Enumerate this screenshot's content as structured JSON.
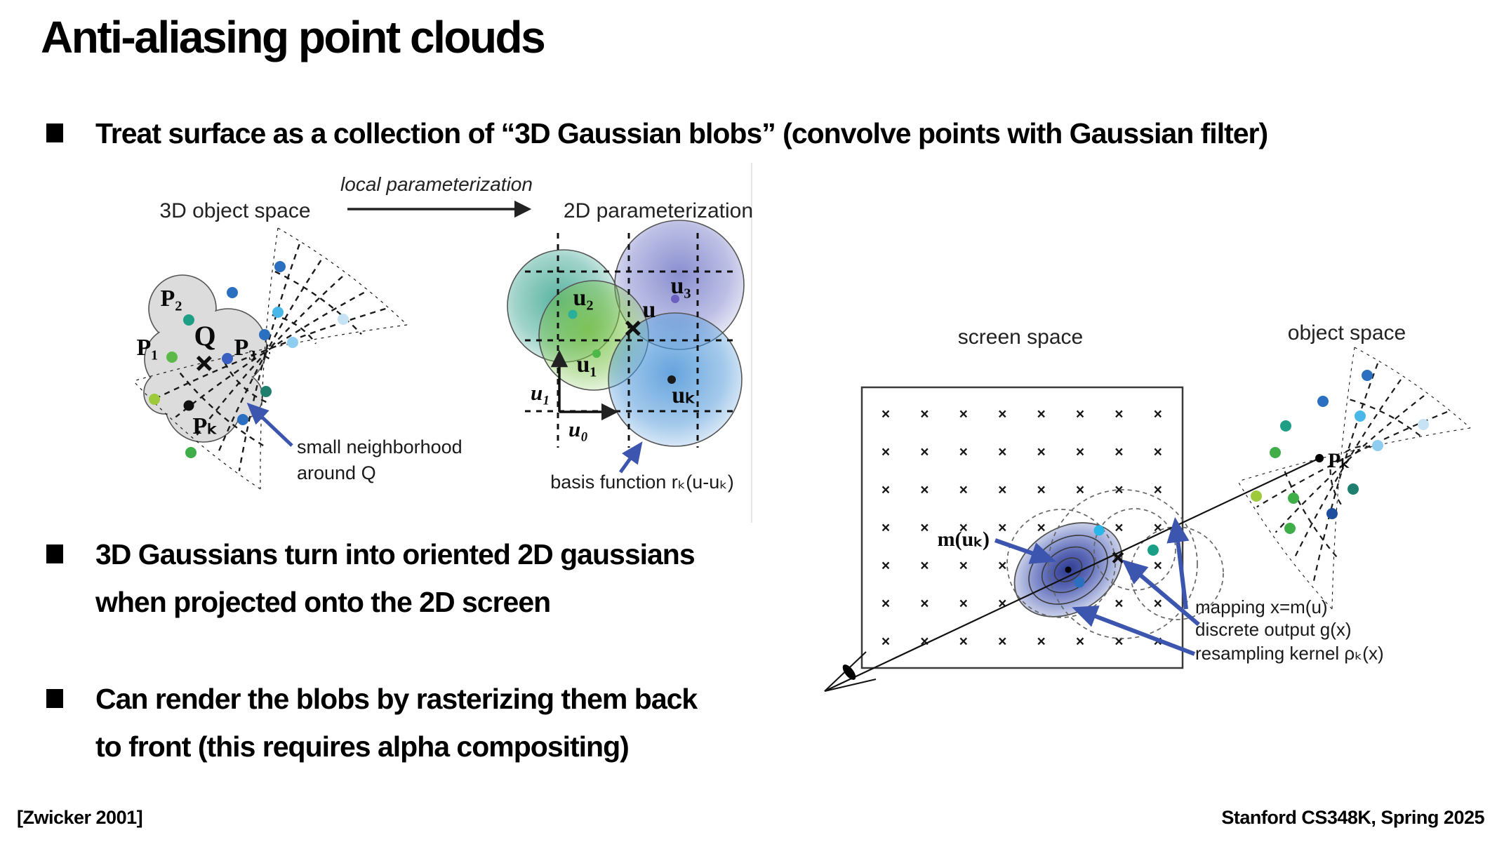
{
  "slide": {
    "title": "Anti-aliasing point clouds",
    "bullets": [
      {
        "lines": [
          "Treat surface as a collection of “3D Gaussian blobs” (convolve points with Gaussian filter)",
          ""
        ]
      },
      {
        "lines": [
          "3D Gaussians turn into oriented 2D gaussians",
          "when projected onto the 2D screen"
        ]
      },
      {
        "lines": [
          "Can render the blobs by rasterizing them back",
          "to front (this requires alpha compositing)"
        ]
      }
    ]
  },
  "fig_left": {
    "space_label": "3D object space",
    "arrow_label": "local parameterization",
    "param_label": "2D parameterization",
    "p1": "P₁",
    "p2": "P₂",
    "p3": "P₃",
    "q": "Q",
    "q_cross": "×",
    "pk": "Pₖ",
    "annotation_line1": "small neighborhood",
    "annotation_line2": "around Q",
    "u2": "u₂",
    "u3": "u₃",
    "u": "u",
    "u_cross": "×",
    "u1pt": "u₁",
    "uk": "uₖ",
    "axis_v": "u₁",
    "axis_h": "u₀",
    "basis_label": "basis function rₖ(u-uₖ)"
  },
  "fig_right": {
    "screen_label": "screen space",
    "object_label": "object space",
    "m_label": "m(uₖ)",
    "pk": "Pₖ",
    "mapping_label": "mapping  x=m(u)",
    "output_label": "discrete output g(x)",
    "kernel_label": "resampling kernel ρₖ(x)"
  },
  "footer": {
    "left": "[Zwicker 2001]",
    "right": "Stanford CS348K, Spring 2025"
  },
  "colors": {
    "accent_blue": "#3c55ae",
    "dot_blue": "#2b6fc0",
    "dot_light_blue": "#49b8e8",
    "dot_pale_blue": "#c5e3f5",
    "dot_teal": "#1f9e86",
    "dot_green": "#3fae49",
    "dot_yellow_green": "#9dc93b",
    "dot_dark_blue": "#1d4f9e",
    "neighborhood_grey": "#dcdcdc",
    "gaussian_teal": "#2fa08a",
    "gaussian_green": "#76c043",
    "gaussian_purple": "#6b72c4",
    "gaussian_blue": "#4a94d8"
  }
}
